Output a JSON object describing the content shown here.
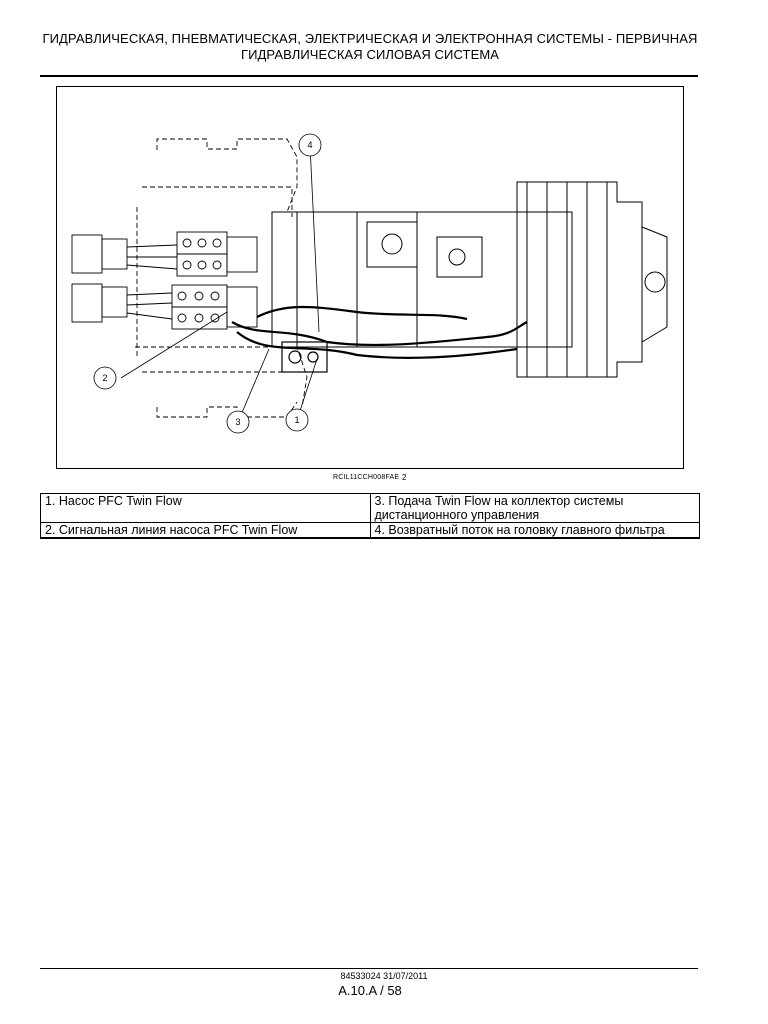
{
  "header": {
    "line1": "ГИДРАВЛИЧЕСКАЯ, ПНЕВМАТИЧЕСКАЯ, ЭЛЕКТРИЧЕСКАЯ И ЭЛЕКТРОННАЯ СИСТЕМЫ - ПЕРВИЧНАЯ",
    "line2": "ГИДРАВЛИЧЕСКАЯ СИЛОВАЯ СИСТЕМА"
  },
  "figure": {
    "ref_code": "RCIL11CCH008FAE",
    "number": "2",
    "callouts": [
      "1",
      "2",
      "3",
      "4"
    ]
  },
  "legend": {
    "rows": [
      [
        "1. Насос PFC Twin Flow",
        "3. Подача Twin Flow на коллектор системы дистанционного управления"
      ],
      [
        "2. Сигнальная линия насоса PFC Twin Flow",
        "4. Возвратный поток на головку главного фильтра"
      ]
    ]
  },
  "footer": {
    "doc": "84533024 31/07/2011",
    "page": "A.10.A / 58"
  }
}
